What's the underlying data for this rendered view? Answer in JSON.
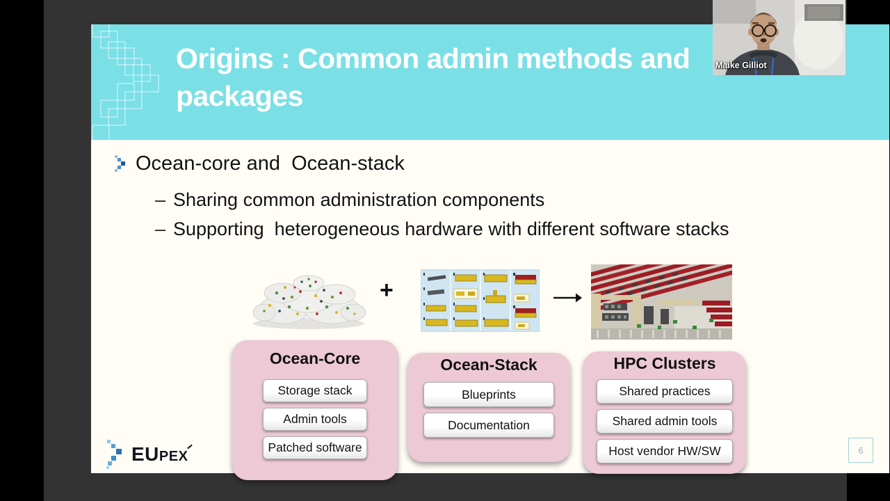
{
  "meeting": {
    "participant_name": "Maike Gilliot"
  },
  "slide": {
    "title": "Origins : Common admin methods and packages",
    "bullet": "Ocean-core and  Ocean-stack",
    "sub_bullet_marker": "–",
    "sub_bullets": [
      "Sharing common administration components",
      "Supporting  heterogeneous hardware with different software stacks"
    ],
    "operators": {
      "plus": "+",
      "arrow": "⟶"
    },
    "diagram_boxes": [
      {
        "title": "Ocean-Core",
        "items": [
          "Storage stack",
          "Admin tools",
          "Patched software"
        ]
      },
      {
        "title": "Ocean-Stack",
        "items": [
          "Blueprints",
          "Documentation"
        ]
      },
      {
        "title": "HPC Clusters",
        "items": [
          "Shared practices",
          "Shared admin tools",
          "Host vendor HW/SW"
        ]
      }
    ],
    "page_number": "6",
    "logo": {
      "eu": "EU",
      "pex": "PEX"
    }
  },
  "icons": {
    "bullet_chevron": "pixel-chevron-icon",
    "logo_chevron": "eupex-pixel-chevron-icon",
    "band_squares": "staircase-squares-decoration"
  },
  "colors": {
    "letterbox": "#000000",
    "video_background": "#333333",
    "slide_background": "#fffdf6",
    "header_band": "#7bdfe6",
    "title_text": "#ffffff",
    "body_text": "#121212",
    "diagram_box_pink": "#ecc9d4",
    "chevron_blue": "#2d6db3",
    "page_badge_teal": "#9fd4d6"
  }
}
